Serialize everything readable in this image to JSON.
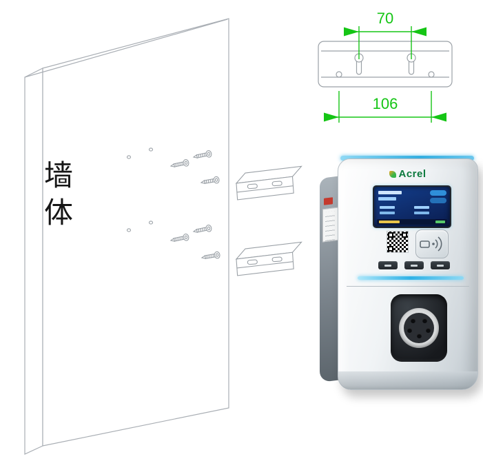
{
  "diagram": {
    "wall_label": "墙体",
    "dimensions": {
      "hole_spacing_top": "70",
      "hole_spacing_bottom": "106"
    }
  },
  "charger": {
    "brand": "Acrel"
  },
  "colors": {
    "dimension_green": "#15c515",
    "line_gray": "#a9aeb4",
    "accent_blue": "#3ab3e4",
    "screen_navy": "#0c2a66",
    "brand_green": "#0d7a3e"
  }
}
